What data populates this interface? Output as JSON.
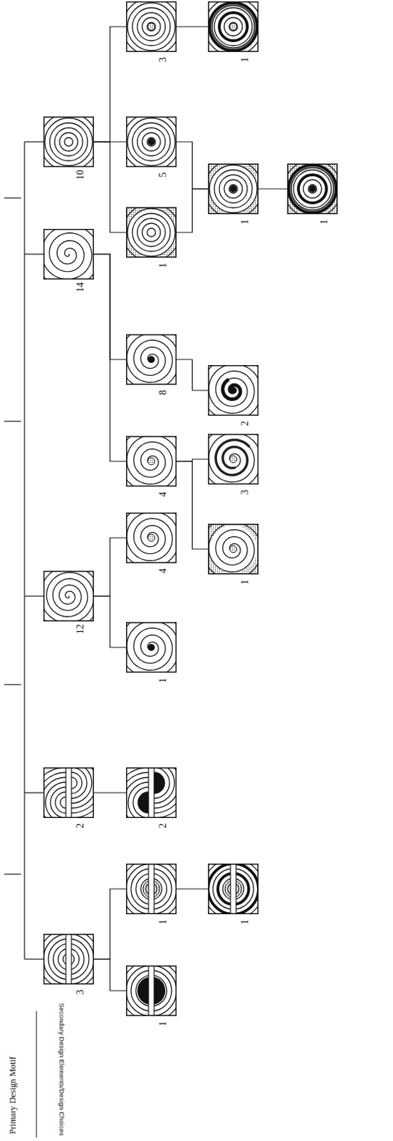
{
  "diagram": {
    "nodes": [
      {
        "text": [
          "10"
        ]
      },
      {
        "text": [
          "3"
        ]
      },
      {
        "text": [
          "1"
        ]
      },
      {
        "text": [
          "5"
        ]
      },
      {
        "text": [
          "1"
        ]
      },
      {
        "text": [
          "1"
        ]
      },
      {
        "text": [
          "1"
        ]
      },
      {
        "text": [
          "14"
        ]
      },
      {
        "text": [
          "8"
        ]
      },
      {
        "text": [
          "2"
        ]
      },
      {
        "text": [
          "4"
        ]
      },
      {
        "text": [
          "3"
        ]
      },
      {
        "text": [
          "1"
        ]
      },
      {
        "text": [
          "12"
        ]
      },
      {
        "text": [
          "4"
        ]
      },
      {
        "text": [
          "1"
        ]
      },
      {
        "text": [
          "2"
        ]
      },
      {
        "text": [
          "2"
        ]
      },
      {
        "text": [
          "3"
        ]
      },
      {
        "text": [
          "1"
        ]
      },
      {
        "text": [
          "1"
        ]
      },
      {
        "text": [
          "1"
        ]
      }
    ],
    "edges": [
      {
        "from": 0,
        "to": 1,
        "arrow": "none"
      },
      {
        "from": 0,
        "to": 3,
        "arrow": "none"
      },
      {
        "from": 0,
        "to": 4,
        "arrow": "none"
      },
      {
        "from": 1,
        "to": 2,
        "arrow": "none"
      },
      {
        "from": 3,
        "to": 5,
        "arrow": "none"
      },
      {
        "from": 4,
        "to": 5,
        "arrow": "none"
      },
      {
        "from": 5,
        "to": 6,
        "arrow": "none"
      },
      {
        "from": 7,
        "to": 8,
        "arrow": "none"
      },
      {
        "from": 7,
        "to": 10,
        "arrow": "none"
      },
      {
        "from": 8,
        "to": 9,
        "arrow": "none"
      },
      {
        "from": 10,
        "to": 11,
        "arrow": "none"
      },
      {
        "from": 10,
        "to": 12,
        "arrow": "none"
      },
      {
        "from": 13,
        "to": 14,
        "arrow": "none"
      },
      {
        "from": 13,
        "to": 15,
        "arrow": "none"
      },
      {
        "from": 16,
        "to": 17,
        "arrow": "none"
      },
      {
        "from": 18,
        "to": 19,
        "arrow": "none"
      },
      {
        "from": 18,
        "to": 21,
        "arrow": "none"
      },
      {
        "from": 19,
        "to": 20,
        "arrow": "none"
      }
    ],
    "labels": [
      "Primary Design Motif",
      "Secondary Design Elements/Design Choices"
    ]
  }
}
